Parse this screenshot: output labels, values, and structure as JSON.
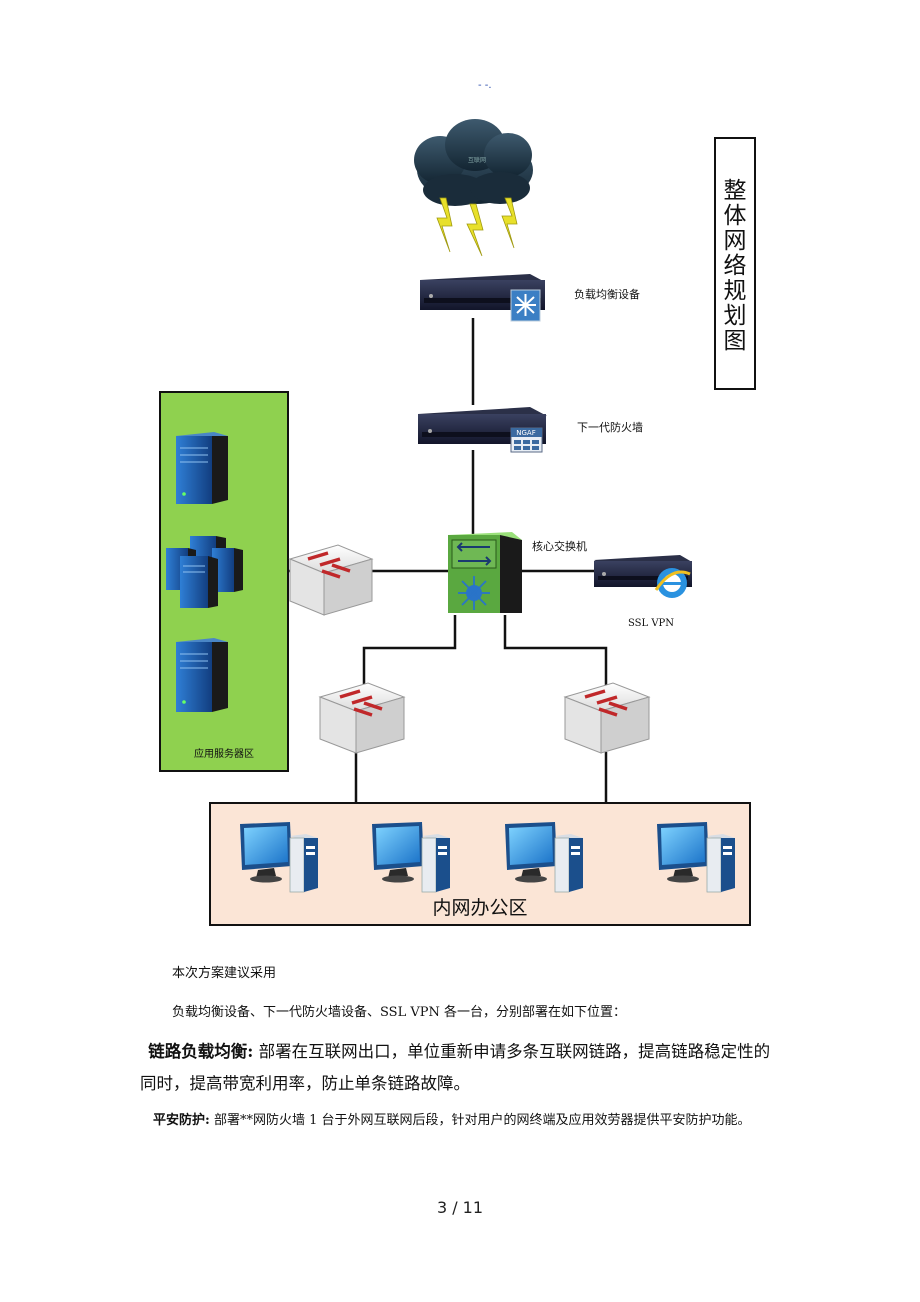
{
  "header_mark": "- -.",
  "diagram": {
    "title": "整体网络规划图",
    "cloud_label": "互联网",
    "load_balancer_label": "负载均衡设备",
    "firewall_label": "下一代防火墙",
    "firewall_badge": "NGAF",
    "core_switch_label": "核心交换机",
    "ssl_vpn_label": "SSL VPN",
    "app_server_zone_label": "应用服务器区",
    "office_zone_label": "内网办公区"
  },
  "body": {
    "line1": "本次方案建议采用",
    "line2": "负载均衡设备、下一代防火墙设备、SSL VPN 各一台，分别部署在如下位置：",
    "p3_bold": "链路负载均衡:",
    "p3_text": " 部署在互联网出口，单位重新申请多条互联网链路，提高链路稳定性的同时，提高带宽利用率，防止单条链路故障。",
    "p4_bold": "平安防护:",
    "p4_text": " 部署**网防火墙 1 台于外网互联网后段，针对用户的网终端及应用效劳器提供平安防护功能。"
  },
  "footer": {
    "page": "3 / 11"
  },
  "colors": {
    "server_zone_fill": "#8fd14f",
    "office_zone_fill": "#fbe5d6",
    "server_blue": "#1e5aa8",
    "device_dark": "#1a1e2e",
    "switch_arrow": "#c0282a"
  }
}
